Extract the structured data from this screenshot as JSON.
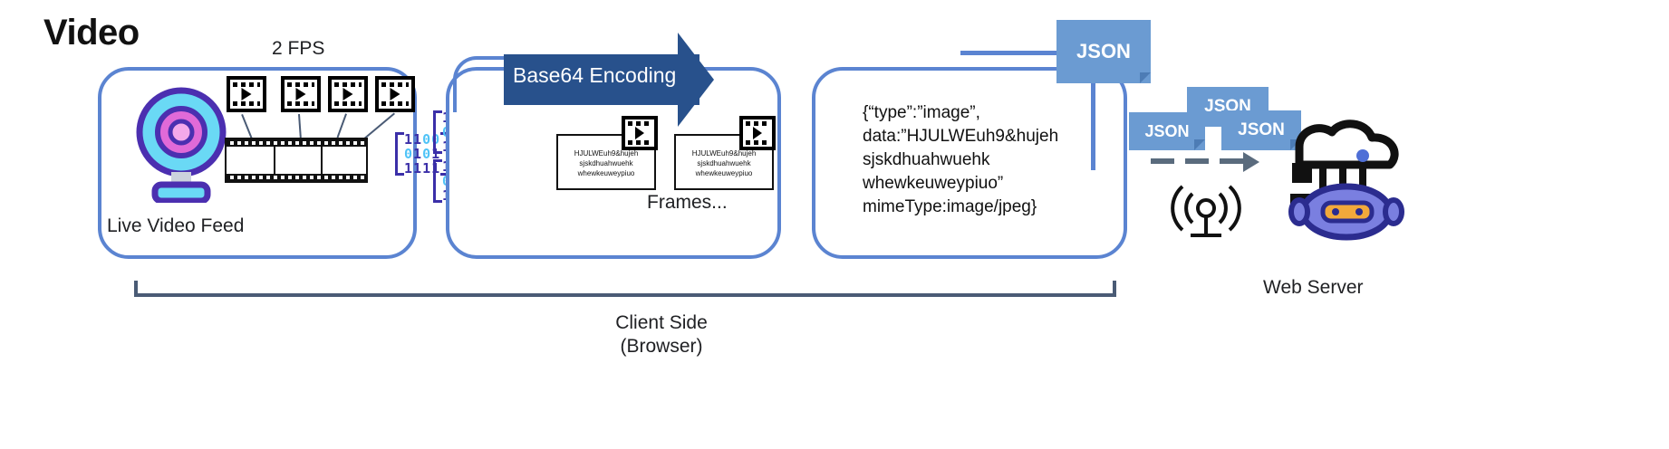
{
  "title": "Video",
  "labels": {
    "fps": "2 FPS",
    "live_feed": "Live Video Feed",
    "base64": "Base64 Encoding",
    "frames": "Frames...",
    "web_server": "Web Server",
    "client_side_line1": "Client Side",
    "client_side_line2": "(Browser)"
  },
  "frames": [
    {
      "text": "HJULWEuh9&hujeh\nsjskdhuahwuehk\nwhewkeuweypiuo"
    },
    {
      "text": "HJULWEuh9&hujeh\nsjskdhuahwuehk\nwhewkeuweypiuo"
    }
  ],
  "json_payload": "{“type”:”image”,\ndata:”HJULWEuh9&hujeh\nsjskdhuahwuehk\nwhewkeuweypiuo”\nmimeType:image/jpeg}",
  "json_badges": [
    {
      "label": "JSON"
    },
    {
      "label": "JSON"
    },
    {
      "label": "JSON"
    },
    {
      "label": "JSON"
    }
  ],
  "binary_blocks": [
    {
      "rows": [
        "1100",
        "0101",
        "1111"
      ]
    },
    {
      "rows": [
        "11000",
        "01011",
        "11110"
      ]
    },
    {
      "rows": [
        "11000",
        "011",
        "110"
      ]
    }
  ],
  "colors": {
    "panel_border": "#5b84d1",
    "arrow_fill": "#28518c",
    "json_badge": "#6b9bd2",
    "binary_dark": "#3b2fa8",
    "binary_light": "#4fc3f7",
    "bracket": "#4a5b75",
    "webcam_body": "#6ad9f5",
    "webcam_ring": "#4b2fb0",
    "webcam_lens": "#e06ad8",
    "robot_body": "#7a7fe0"
  }
}
